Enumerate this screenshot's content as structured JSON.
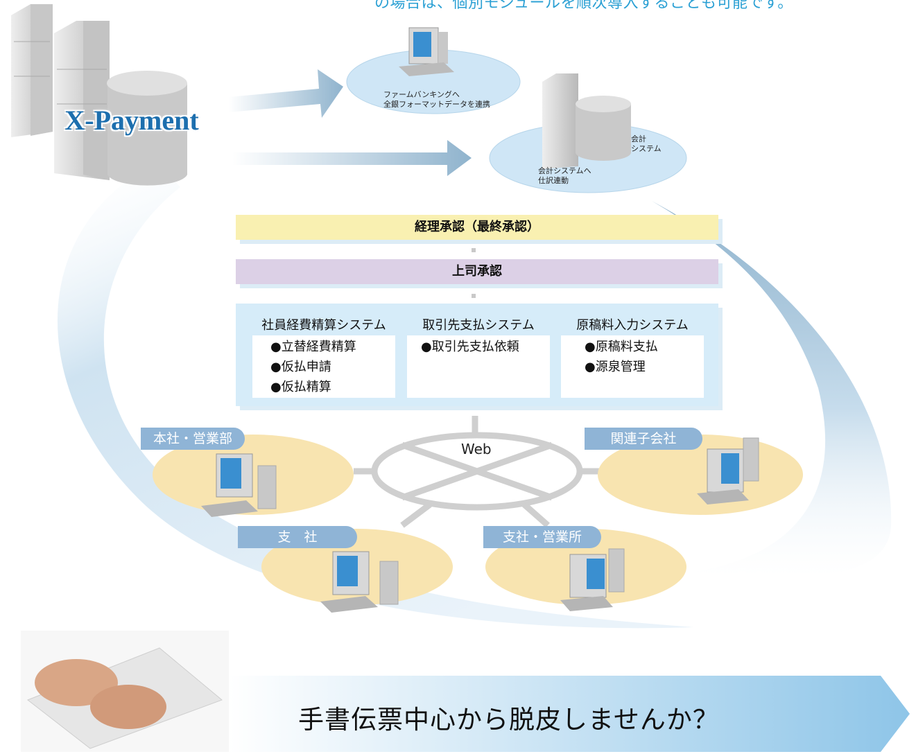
{
  "header": {
    "intro_text": "の場合は、個別モジュールを順次導入することも可能です。"
  },
  "product": {
    "name": "X-Payment"
  },
  "outputs": {
    "firm_banking": [
      "ファームバンキングへ",
      "全銀フォーマットデータを連携"
    ],
    "accounting_caption": [
      "会計システムへ",
      "仕訳連動"
    ],
    "accounting_label": [
      "会計",
      "システム"
    ]
  },
  "approvals": {
    "final": "経理承認（最終承認）",
    "superior": "上司承認"
  },
  "systems": [
    {
      "title": "社員経費精算システム",
      "items": [
        "●立替経費精算",
        "●仮払申請",
        "●仮払精算"
      ]
    },
    {
      "title": "取引先支払システム",
      "items": [
        "●取引先支払依頼"
      ]
    },
    {
      "title": "原稿料入力システム",
      "items": [
        "●原稿料支払",
        "●源泉管理"
      ]
    }
  ],
  "network": {
    "label": "Web",
    "locations": [
      "本社・営業部",
      "関連子会社",
      "支　社",
      "支社・営業所"
    ]
  },
  "banner": {
    "text": "手書伝票中心から脱皮しませんか？"
  },
  "colors": {
    "accent_blue": "#2ba0d4",
    "product_blue": "#1d6fae",
    "approval_final": "#f9f0b1",
    "approval_superior": "#dcd0e6",
    "system_panel": "#d6ecf9",
    "location_tag": "#8fb4d6",
    "location_ellipse": "#f8e4b0",
    "output_ellipse": "#cfe6f6",
    "network_gray": "#cfcfcf"
  }
}
